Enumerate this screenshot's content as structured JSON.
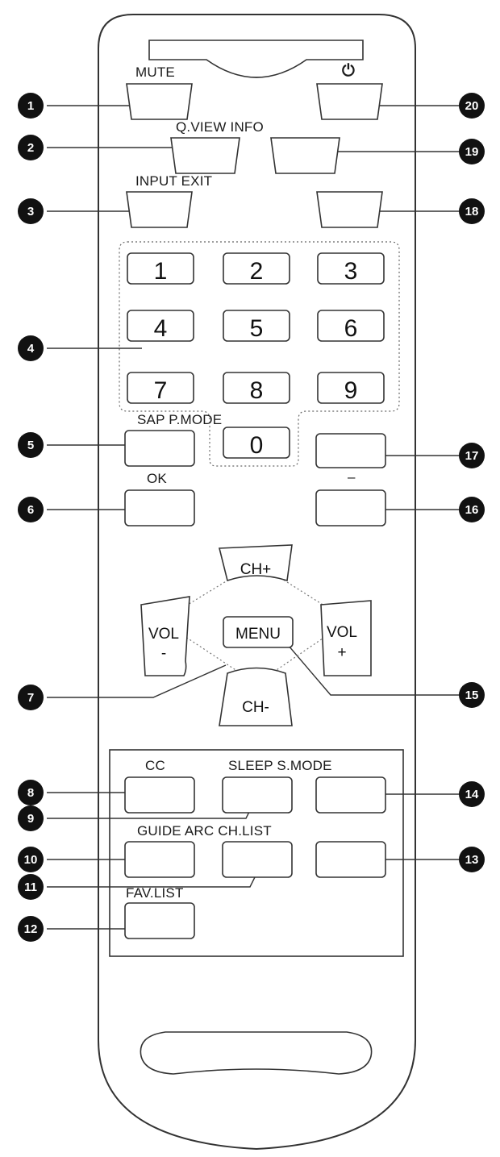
{
  "labels": {
    "mute": "MUTE",
    "power": "⏻",
    "qview_info": "Q.VIEW INFO",
    "input_exit": "INPUT EXIT",
    "sap_pmode": "SAP P.MODE",
    "ok": "OK",
    "dash": "–",
    "cc": "CC",
    "sleep_smode": "SLEEP S.MODE",
    "guide_arc_chlist": "GUIDE ARC CH.LIST",
    "fav_list": "FAV.LIST"
  },
  "keys": {
    "k1": "1",
    "k2": "2",
    "k3": "3",
    "k4": "4",
    "k5": "5",
    "k6": "6",
    "k7": "7",
    "k8": "8",
    "k9": "9",
    "k0": "0"
  },
  "dpad": {
    "ch_up": "CH+",
    "ch_down": "CH-",
    "vol_minus_top": "VOL",
    "vol_minus_bottom": "-",
    "vol_plus_top": "VOL",
    "vol_plus_bottom": "+",
    "menu": "MENU"
  },
  "callouts": {
    "c1": "1",
    "c2": "2",
    "c3": "3",
    "c4": "4",
    "c5": "5",
    "c6": "6",
    "c7": "7",
    "c8": "8",
    "c9": "9",
    "c10": "10",
    "c11": "11",
    "c12": "12",
    "c13": "13",
    "c14": "14",
    "c15": "15",
    "c16": "16",
    "c17": "17",
    "c18": "18",
    "c19": "19",
    "c20": "20"
  },
  "colors": {
    "outline": "#333333",
    "callout_fill": "#111111",
    "background": "#ffffff"
  }
}
